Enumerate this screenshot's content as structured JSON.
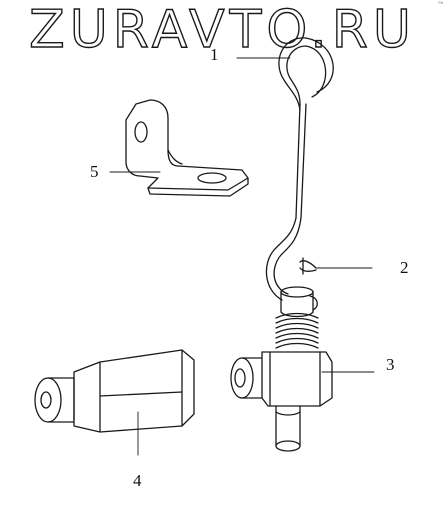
{
  "watermark": {
    "text": "ZURAVTO.RU"
  },
  "callouts": {
    "part1": "1",
    "part2": "2",
    "part3": "3",
    "part4": "4",
    "part5": "5"
  },
  "corner_mark": "ᴾᴬ",
  "colors": {
    "line": "#1a1a1a",
    "background": "#ffffff"
  }
}
